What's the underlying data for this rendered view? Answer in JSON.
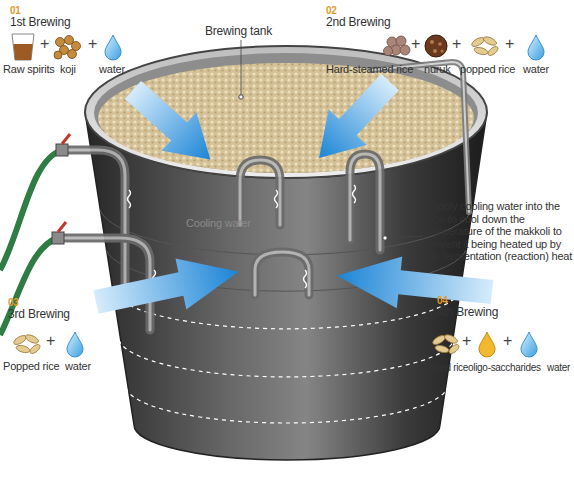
{
  "diagram": {
    "labels": [
      "01",
      "1st Brewing",
      "Raw spirits",
      "+",
      "koji",
      "+",
      "water",
      "Brewing tank",
      "02",
      "2nd Brewing",
      "Hard-steamed rice",
      "+",
      "nuruk",
      "+",
      "popped rice",
      "+",
      "water",
      "Cooling water",
      "Supply cooling water into the pipe to cool down the temperature of the makkoli to prevent it being heated up by the fermentation (reaction) heat",
      "03",
      "3rd Brewing",
      "Popped rice",
      "+",
      "water",
      "04",
      "4th Brewing",
      "Popped rice",
      "+",
      "oligo-saccharides",
      "+",
      "water"
    ]
  }
}
